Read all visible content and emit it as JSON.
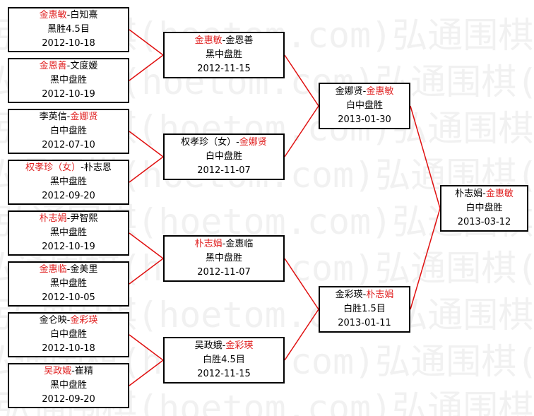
{
  "watermark": "弘通围棋(hoetom.com)弘通围棋(hoetom.com)",
  "colors": {
    "line": "#e01010",
    "winner": "#e02020",
    "border": "#000000"
  },
  "matches": [
    {
      "id": "r1-1",
      "p1": "金惠敏",
      "p2": "白知熹",
      "winner": 1,
      "result": "黑胜4.5目",
      "date": "2012-10-18"
    },
    {
      "id": "r1-2",
      "p1": "金恩善",
      "p2": "文度媛",
      "winner": 1,
      "result": "黑中盘胜",
      "date": "2012-10-19"
    },
    {
      "id": "r1-3",
      "p1": "李英信",
      "p2": "金娜贤",
      "winner": 2,
      "result": "白中盘胜",
      "date": "2012-07-10"
    },
    {
      "id": "r1-4",
      "p1": "权孝珍（女）",
      "p2": "朴志恩",
      "winner": 1,
      "result": "黑中盘胜",
      "date": "2012-09-20"
    },
    {
      "id": "r1-5",
      "p1": "朴志娟",
      "p2": "尹智熙",
      "winner": 1,
      "result": "黑中盘胜",
      "date": "2012-10-19"
    },
    {
      "id": "r1-6",
      "p1": "金惠临",
      "p2": "金美里",
      "winner": 1,
      "result": "黑中盘胜",
      "date": "2012-10-05"
    },
    {
      "id": "r1-7",
      "p1": "金仑映",
      "p2": "金彩瑛",
      "winner": 2,
      "result": "白中盘胜",
      "date": "2012-10-18"
    },
    {
      "id": "r1-8",
      "p1": "吴政娥",
      "p2": "崔精",
      "winner": 1,
      "result": "黑中盘胜",
      "date": "2012-09-20"
    },
    {
      "id": "r2-1",
      "p1": "金惠敏",
      "p2": "金恩善",
      "winner": 1,
      "result": "黑中盘胜",
      "date": "2012-11-15"
    },
    {
      "id": "r2-2",
      "p1": "权孝珍（女）",
      "p2": "金娜贤",
      "winner": 2,
      "result": "白中盘胜",
      "date": "2012-11-07"
    },
    {
      "id": "r2-3",
      "p1": "朴志娟",
      "p2": "金惠临",
      "winner": 1,
      "result": "黑中盘胜",
      "date": "2012-11-07"
    },
    {
      "id": "r2-4",
      "p1": "吴政娥",
      "p2": "金彩瑛",
      "winner": 2,
      "result": "白胜4.5目",
      "date": "2012-11-15"
    },
    {
      "id": "r3-1",
      "p1": "金娜贤",
      "p2": "金惠敏",
      "winner": 2,
      "result": "白中盘胜",
      "date": "2013-01-30"
    },
    {
      "id": "r3-2",
      "p1": "金彩瑛",
      "p2": "朴志娟",
      "winner": 2,
      "result": "白胜1.5目",
      "date": "2013-01-11"
    },
    {
      "id": "final",
      "p1": "朴志娟",
      "p2": "金惠敏",
      "winner": 2,
      "result": "白中盘胜",
      "date": "2013-03-12"
    }
  ]
}
